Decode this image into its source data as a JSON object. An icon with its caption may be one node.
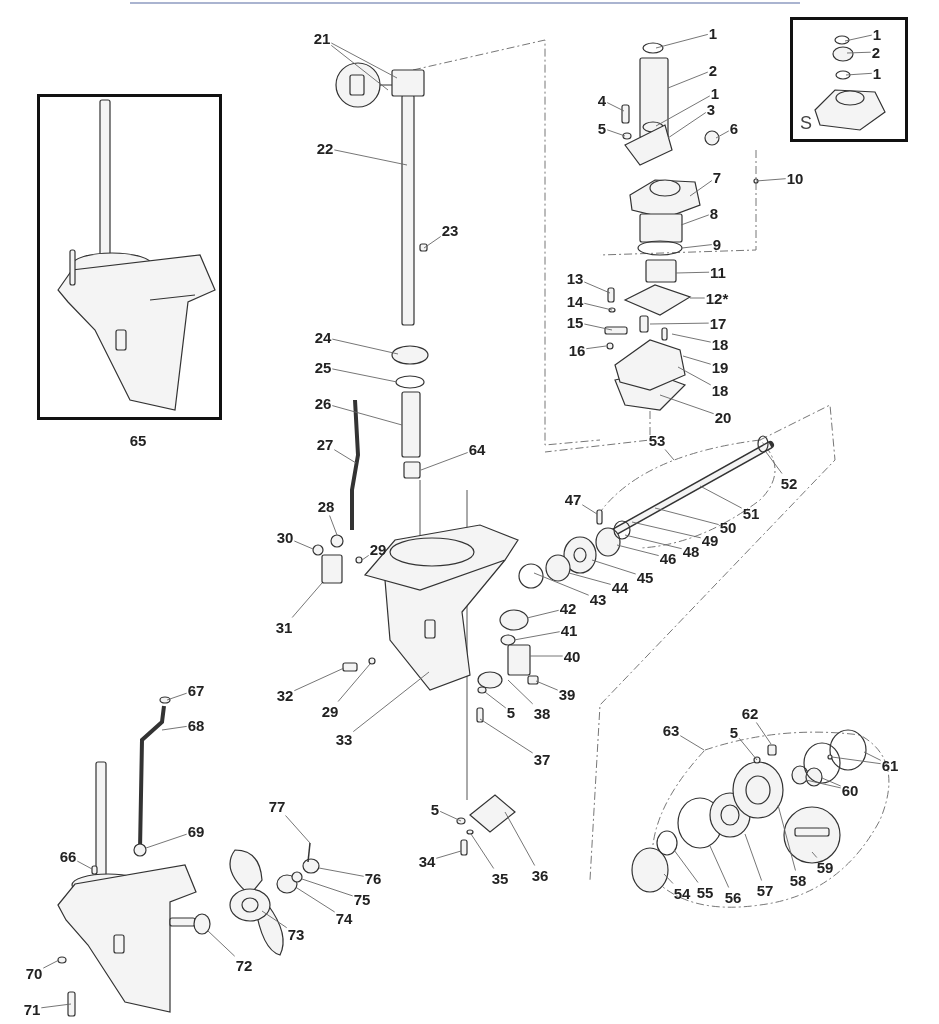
{
  "diagram": {
    "nodes": [
      {
        "text": [
          "65"
        ]
      },
      {
        "text": [
          "S"
        ]
      },
      {
        "text": [
          "1"
        ],
        "in": 1
      },
      {
        "text": [
          "2"
        ],
        "in": 1
      },
      {
        "text": [
          "1"
        ],
        "in": 1
      },
      {
        "text": [
          "21"
        ]
      },
      {
        "text": [
          "1"
        ]
      },
      {
        "text": [
          "2"
        ]
      },
      {
        "text": [
          "1"
        ]
      },
      {
        "text": [
          "4"
        ]
      },
      {
        "text": [
          "3"
        ]
      },
      {
        "text": [
          "5"
        ]
      },
      {
        "text": [
          "6"
        ]
      },
      {
        "text": [
          "22"
        ]
      },
      {
        "text": [
          "7"
        ]
      },
      {
        "text": [
          "10"
        ]
      },
      {
        "text": [
          "8"
        ]
      },
      {
        "text": [
          "23"
        ]
      },
      {
        "text": [
          "9"
        ]
      },
      {
        "text": [
          "11"
        ]
      },
      {
        "text": [
          "13"
        ]
      },
      {
        "text": [
          "12*"
        ]
      },
      {
        "text": [
          "14"
        ]
      },
      {
        "text": [
          "15"
        ]
      },
      {
        "text": [
          "17"
        ]
      },
      {
        "text": [
          "24"
        ]
      },
      {
        "text": [
          "18"
        ]
      },
      {
        "text": [
          "16"
        ]
      },
      {
        "text": [
          "19"
        ]
      },
      {
        "text": [
          "25"
        ]
      },
      {
        "text": [
          "18"
        ]
      },
      {
        "text": [
          "26"
        ]
      },
      {
        "text": [
          "20"
        ]
      },
      {
        "text": [
          "53"
        ]
      },
      {
        "text": [
          "27"
        ]
      },
      {
        "text": [
          "64"
        ]
      },
      {
        "text": [
          "52"
        ]
      },
      {
        "text": [
          "47"
        ]
      },
      {
        "text": [
          "28"
        ]
      },
      {
        "text": [
          "51"
        ]
      },
      {
        "text": [
          "50"
        ]
      },
      {
        "text": [
          "30"
        ]
      },
      {
        "text": [
          "49"
        ]
      },
      {
        "text": [
          "29"
        ]
      },
      {
        "text": [
          "48"
        ]
      },
      {
        "text": [
          "46"
        ]
      },
      {
        "text": [
          "45"
        ]
      },
      {
        "text": [
          "44"
        ]
      },
      {
        "text": [
          "43"
        ]
      },
      {
        "text": [
          "42"
        ]
      },
      {
        "text": [
          "31"
        ]
      },
      {
        "text": [
          "41"
        ]
      },
      {
        "text": [
          "40"
        ]
      },
      {
        "text": [
          "39"
        ]
      },
      {
        "text": [
          "32"
        ]
      },
      {
        "text": [
          "29"
        ]
      },
      {
        "text": [
          "5"
        ]
      },
      {
        "text": [
          "38"
        ]
      },
      {
        "text": [
          "62"
        ]
      },
      {
        "text": [
          "63"
        ]
      },
      {
        "text": [
          "5"
        ]
      },
      {
        "text": [
          "33"
        ]
      },
      {
        "text": [
          "37"
        ]
      },
      {
        "text": [
          "61"
        ]
      },
      {
        "text": [
          "60"
        ]
      },
      {
        "text": [
          "77"
        ]
      },
      {
        "text": [
          "5"
        ]
      },
      {
        "text": [
          "66"
        ]
      },
      {
        "text": [
          "34"
        ]
      },
      {
        "text": [
          "59"
        ]
      },
      {
        "text": [
          "36"
        ]
      },
      {
        "text": [
          "35"
        ]
      },
      {
        "text": [
          "76"
        ]
      },
      {
        "text": [
          "58"
        ]
      },
      {
        "text": [
          "54"
        ]
      },
      {
        "text": [
          "55"
        ]
      },
      {
        "text": [
          "56"
        ]
      },
      {
        "text": [
          "57"
        ]
      },
      {
        "text": [
          "75"
        ]
      },
      {
        "text": [
          "74"
        ]
      },
      {
        "text": [
          "73"
        ]
      },
      {
        "text": [
          "72"
        ]
      },
      {
        "text": [
          "70"
        ]
      },
      {
        "text": [
          "71"
        ]
      },
      {
        "text": [
          "67"
        ]
      },
      {
        "text": [
          "68"
        ]
      },
      {
        "text": [
          "69"
        ]
      }
    ],
    "edges": [
      {
        "from": 2,
        "to": null,
        "arrow": "none"
      },
      {
        "from": 3,
        "to": null,
        "arrow": "none"
      },
      {
        "from": 4,
        "to": null,
        "arrow": "none"
      },
      {
        "from": 5,
        "to": null,
        "arrow": "none"
      },
      {
        "from": 5,
        "to": null,
        "arrow": "none"
      },
      {
        "from": 6,
        "to": null,
        "arrow": "none"
      },
      {
        "from": 7,
        "to": null,
        "arrow": "none"
      },
      {
        "from": 8,
        "to": null,
        "arrow": "none"
      },
      {
        "from": 9,
        "to": null,
        "arrow": "none"
      },
      {
        "from": 10,
        "to": null,
        "arrow": "none"
      },
      {
        "from": 11,
        "to": null,
        "arrow": "none"
      },
      {
        "from": 12,
        "to": null,
        "arrow": "none"
      },
      {
        "from": 13,
        "to": null,
        "arrow": "none"
      },
      {
        "from": 14,
        "to": null,
        "arrow": "none"
      },
      {
        "from": 15,
        "to": null,
        "arrow": "none"
      },
      {
        "from": 16,
        "to": null,
        "arrow": "none"
      },
      {
        "from": 17,
        "to": null,
        "arrow": "none"
      },
      {
        "from": 18,
        "to": null,
        "arrow": "none"
      },
      {
        "from": 19,
        "to": null,
        "arrow": "none"
      },
      {
        "from": 20,
        "to": null,
        "arrow": "none"
      },
      {
        "from": 21,
        "to": null,
        "arrow": "none"
      },
      {
        "from": 22,
        "to": null,
        "arrow": "none"
      },
      {
        "from": 23,
        "to": null,
        "arrow": "none"
      },
      {
        "from": 24,
        "to": null,
        "arrow": "none"
      },
      {
        "from": 25,
        "to": null,
        "arrow": "none"
      },
      {
        "from": 26,
        "to": null,
        "arrow": "none"
      },
      {
        "from": 27,
        "to": null,
        "arrow": "none"
      },
      {
        "from": 28,
        "to": null,
        "arrow": "none"
      },
      {
        "from": 29,
        "to": null,
        "arrow": "none"
      },
      {
        "from": 30,
        "to": null,
        "arrow": "none"
      },
      {
        "from": 31,
        "to": null,
        "arrow": "none"
      },
      {
        "from": 32,
        "to": null,
        "arrow": "none"
      },
      {
        "from": 33,
        "to": null,
        "arrow": "none"
      },
      {
        "from": 34,
        "to": null,
        "arrow": "none"
      },
      {
        "from": 35,
        "to": null,
        "arrow": "none"
      },
      {
        "from": 36,
        "to": null,
        "arrow": "none"
      },
      {
        "from": 37,
        "to": null,
        "arrow": "none"
      },
      {
        "from": 38,
        "to": null,
        "arrow": "none"
      },
      {
        "from": 39,
        "to": null,
        "arrow": "none"
      },
      {
        "from": 40,
        "to": null,
        "arrow": "none"
      },
      {
        "from": 41,
        "to": null,
        "arrow": "none"
      },
      {
        "from": 42,
        "to": null,
        "arrow": "none"
      },
      {
        "from": 43,
        "to": null,
        "arrow": "none"
      },
      {
        "from": 44,
        "to": null,
        "arrow": "none"
      },
      {
        "from": 45,
        "to": null,
        "arrow": "none"
      },
      {
        "from": 46,
        "to": null,
        "arrow": "none"
      },
      {
        "from": 47,
        "to": null,
        "arrow": "none"
      },
      {
        "from": 48,
        "to": null,
        "arrow": "none"
      },
      {
        "from": 49,
        "to": null,
        "arrow": "none"
      },
      {
        "from": 50,
        "to": null,
        "arrow": "none"
      },
      {
        "from": 51,
        "to": null,
        "arrow": "none"
      },
      {
        "from": 52,
        "to": null,
        "arrow": "none"
      },
      {
        "from": 53,
        "to": null,
        "arrow": "none"
      },
      {
        "from": 54,
        "to": null,
        "arrow": "none"
      },
      {
        "from": 55,
        "to": null,
        "arrow": "none"
      },
      {
        "from": 56,
        "to": null,
        "arrow": "none"
      },
      {
        "from": 57,
        "to": null,
        "arrow": "none"
      },
      {
        "from": 58,
        "to": null,
        "arrow": "none"
      },
      {
        "from": 59,
        "to": null,
        "arrow": "none"
      },
      {
        "from": 60,
        "to": null,
        "arrow": "none"
      },
      {
        "from": 61,
        "to": null,
        "arrow": "none"
      },
      {
        "from": 62,
        "to": null,
        "arrow": "none"
      },
      {
        "from": 63,
        "to": null,
        "arrow": "none"
      },
      {
        "from": 63,
        "to": null,
        "arrow": "none"
      },
      {
        "from": 64,
        "to": null,
        "arrow": "none"
      },
      {
        "from": 64,
        "to": null,
        "arrow": "none"
      },
      {
        "from": 65,
        "to": null,
        "arrow": "none"
      },
      {
        "from": 66,
        "to": null,
        "arrow": "none"
      },
      {
        "from": 67,
        "to": null,
        "arrow": "none"
      },
      {
        "from": 68,
        "to": null,
        "arrow": "none"
      },
      {
        "from": 69,
        "to": null,
        "arrow": "none"
      },
      {
        "from": 70,
        "to": null,
        "arrow": "none"
      },
      {
        "from": 71,
        "to": null,
        "arrow": "none"
      },
      {
        "from": 72,
        "to": null,
        "arrow": "none"
      },
      {
        "from": 73,
        "to": null,
        "arrow": "none"
      },
      {
        "from": 74,
        "to": null,
        "arrow": "none"
      },
      {
        "from": 75,
        "to": null,
        "arrow": "none"
      },
      {
        "from": 76,
        "to": null,
        "arrow": "none"
      },
      {
        "from": 77,
        "to": null,
        "arrow": "none"
      },
      {
        "from": 78,
        "to": null,
        "arrow": "none"
      },
      {
        "from": 79,
        "to": null,
        "arrow": "none"
      },
      {
        "from": 80,
        "to": null,
        "arrow": "none"
      },
      {
        "from": 81,
        "to": null,
        "arrow": "none"
      },
      {
        "from": 82,
        "to": null,
        "arrow": "none"
      },
      {
        "from": 83,
        "to": null,
        "arrow": "none"
      },
      {
        "from": 84,
        "to": null,
        "arrow": "none"
      },
      {
        "from": 85,
        "to": null,
        "arrow": "none"
      },
      {
        "from": 86,
        "to": null,
        "arrow": "none"
      }
    ]
  }
}
